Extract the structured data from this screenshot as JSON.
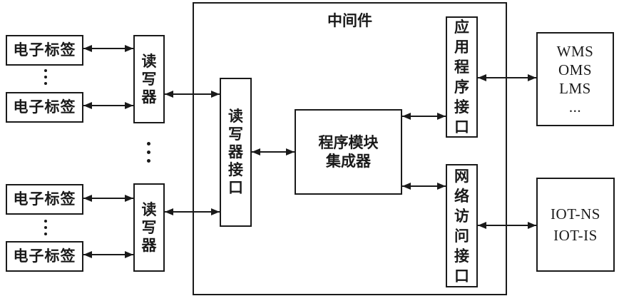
{
  "middleware": {
    "title": "中间件",
    "reader_interface": "读\n写\n器\n接\n口",
    "program_module_integrator": "程序模块\n集成器",
    "application_interface": "应\n用\n程\n序\n接\n口",
    "network_access_interface": "网\n络\n访\n问\n接\n口"
  },
  "electronic_tags": [
    "电子标签",
    "电子标签",
    "电子标签",
    "电子标签"
  ],
  "readers": [
    "读\n写\n器",
    "读\n写\n器"
  ],
  "external_systems": {
    "application_systems": "WMS\nOMS\nLMS\n...",
    "iot_services": "IOT-NS\nIOT-IS"
  },
  "colors": {
    "line": "#1a1a1a",
    "background": "#ffffff"
  }
}
